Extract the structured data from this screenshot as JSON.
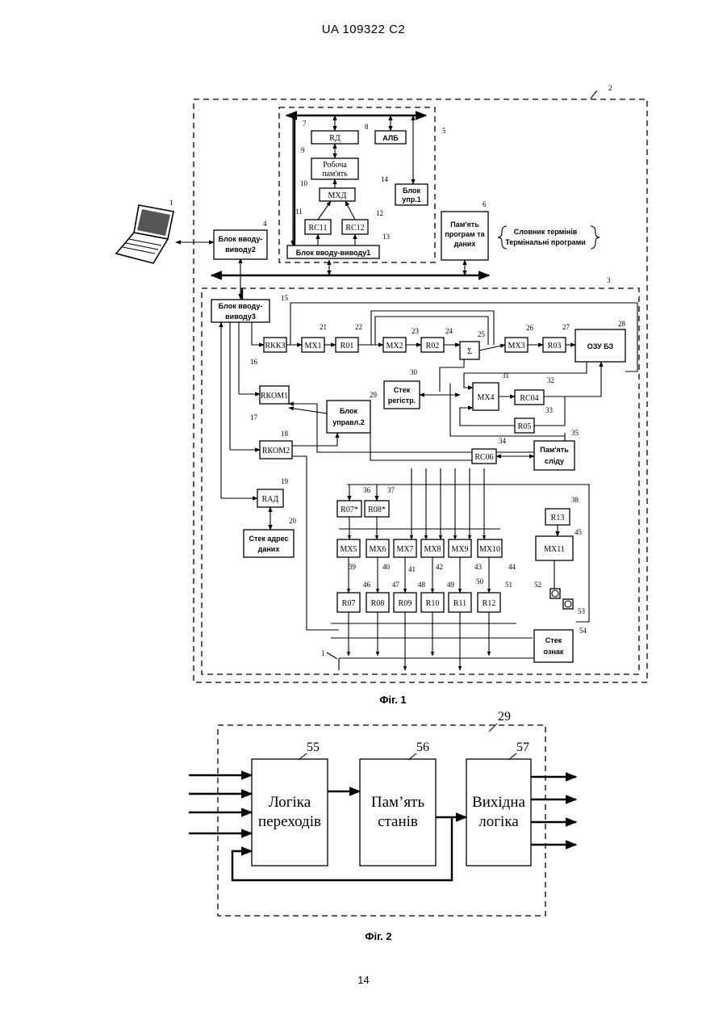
{
  "header": "UA   109322   C2",
  "page_number": "14",
  "fig1": {
    "caption": "Фіг. 1",
    "refs": {
      "r1": "1",
      "r2": "2",
      "r3": "3",
      "r4": "4",
      "r5": "5",
      "r6": "6",
      "r7": "7",
      "r8": "8",
      "r9": "9",
      "r10": "10",
      "r11": "11",
      "r12": "12",
      "r13": "13",
      "r14": "14",
      "r15": "15",
      "r16": "16",
      "r17": "17",
      "r18": "18",
      "r19": "19",
      "r20": "20",
      "r21": "21",
      "r22": "22",
      "r23": "23",
      "r24": "24",
      "r25": "25",
      "r26": "26",
      "r27": "27",
      "r28": "28",
      "r29": "29",
      "r30": "30",
      "r31": "31",
      "r32": "32",
      "r33": "33",
      "r34": "34",
      "r35": "35",
      "r36": "36",
      "r37": "37",
      "r38": "38",
      "r39": "39",
      "r40": "40",
      "r41": "41",
      "r42": "42",
      "r43": "43",
      "r44": "44",
      "r45": "45",
      "r46": "46",
      "r47": "47",
      "r48": "48",
      "r49": "49",
      "r50": "50",
      "r51": "51",
      "r52": "52",
      "r53": "53",
      "r54": "54"
    },
    "blocks": {
      "rd": "RД",
      "alb": "АЛБ",
      "work_mem_1": "Робоча",
      "work_mem_2": "пам'ять",
      "mxd": "MXД",
      "ctrl1_1": "Блок",
      "ctrl1_2": "упр.1",
      "rc11": "RC11",
      "rc12": "RC12",
      "io1": "Блок вводу-виводу1",
      "io2_1": "Блок вводу-",
      "io2_2": "виводу2",
      "pd_1": "Пам'ять",
      "pd_2": "програм та",
      "pd_3": "даних",
      "dict": "Словник термінів",
      "term": "Термінальні програми",
      "io3_1": "Блок вводу-",
      "io3_2": "виводу3",
      "r_kkz": "RККЗ",
      "mx1": "MX1",
      "r01": "R01",
      "mx2": "MX2",
      "r02": "R02",
      "sum": "Σ",
      "mx3": "MX3",
      "r03": "R03",
      "ozu": "ОЗУ БЗ",
      "r_kom1": "RКОМ1",
      "stack_reg_1": "Стек",
      "stack_reg_2": "регістр.",
      "mx4": "MX4",
      "rc04": "RC04",
      "r05": "R05",
      "ctrl2_1": "Блок",
      "ctrl2_2": "управл.2",
      "r_kom2": "RКОМ2",
      "rc06": "RC06",
      "trace_1": "Пам'ять",
      "trace_2": "сліду",
      "r_ad": "RАД",
      "stack_addr_1": "Стек адрес",
      "stack_addr_2": "даних",
      "r07s": "R07*",
      "r08s": "R08*",
      "r13": "R13",
      "mx5": "MX5",
      "mx6": "MX6",
      "mx7": "MX7",
      "mx8": "MX8",
      "mx9": "MX9",
      "mx10": "MX10",
      "mx11": "MX11",
      "r07": "R07",
      "r08": "R08",
      "r09": "R09",
      "r10": "R10",
      "r11": "R11",
      "r12": "R12",
      "flags_1": "Стек",
      "flags_2": "ознак"
    }
  },
  "fig2": {
    "caption": "Фіг. 2",
    "ref_29": "29",
    "ref_55": "55",
    "ref_56": "56",
    "ref_57": "57",
    "logic_1": "Логіка",
    "logic_2": "переходів",
    "mem_1": "Пам’ять",
    "mem_2": "станів",
    "out_1": "Вихідна",
    "out_2": "логіка"
  }
}
